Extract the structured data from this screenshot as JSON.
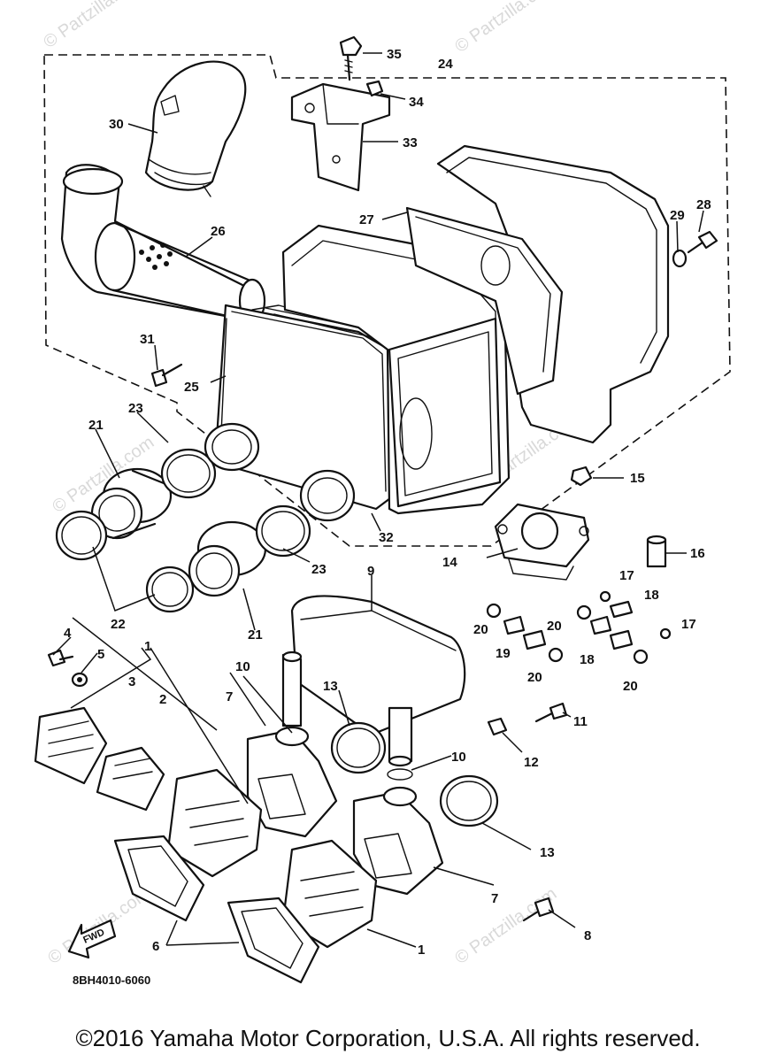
{
  "diagram": {
    "callouts": [
      "1",
      "2",
      "3",
      "4",
      "5",
      "6",
      "7",
      "8",
      "9",
      "10",
      "11",
      "12",
      "13",
      "14",
      "15",
      "16",
      "17",
      "18",
      "19",
      "20",
      "21",
      "22",
      "23",
      "24",
      "25",
      "26",
      "27",
      "28",
      "29",
      "30",
      "31",
      "32",
      "33",
      "34",
      "35"
    ],
    "drawing_code": "8BH4010-6060",
    "fwd_label": "FWD",
    "watermark": "© Partzilla.com"
  },
  "footer": {
    "copyright": "©2016 Yamaha Motor Corporation, U.S.A. All rights reserved."
  }
}
